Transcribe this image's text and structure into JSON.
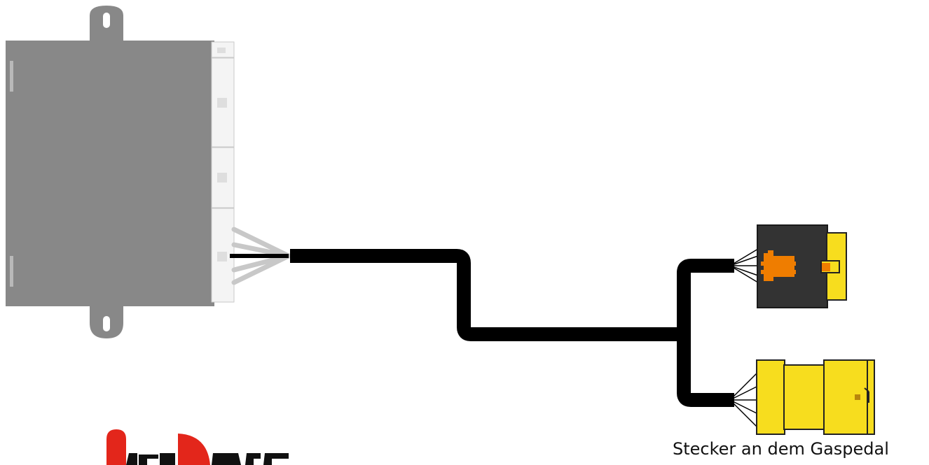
{
  "caption": "Stecker an dem Gaspedal",
  "logo": {
    "text": "ITENDORF"
  },
  "colors": {
    "module_body": "#888888",
    "module_connectors": "#f4f4f4",
    "cable": "#000000",
    "wire_fan": "#c8c8c8",
    "connector_dark": "#333333",
    "connector_pins": "#ef7d00",
    "connector_yellow": "#f7dd1e",
    "logo_red": "#e3261b",
    "logo_black": "#111111"
  },
  "components": {
    "module": "control-module",
    "harness": "cable-harness",
    "connector_top": "dark-connector-with-yellow-latch",
    "connector_bottom": "yellow-connector"
  }
}
